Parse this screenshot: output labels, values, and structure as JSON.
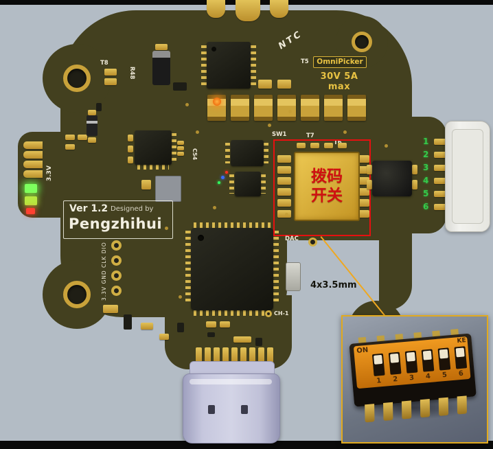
{
  "board": {
    "labels": {
      "t8": "T8",
      "r48": "R48",
      "ntc": "NTC",
      "t5": "T5",
      "sw1": "SW1",
      "t7": "T7",
      "t6": "T6",
      "c54": "C54",
      "v33": "3.3V",
      "swd_pins_vertical": "3.3V GND CLK DIO",
      "dac": "DAC",
      "ch1": "CH-1"
    },
    "badge": {
      "brand": "OmniPicker",
      "rating": "30V 5A max"
    },
    "version_box": {
      "version": "Ver 1.2",
      "designed_by": "Designed by",
      "designer": "Pengzhihui"
    },
    "connector": {
      "pin_numbers": [
        "1",
        "2",
        "3",
        "4",
        "5",
        "6"
      ]
    }
  },
  "annotations": {
    "dip_label_line1": "拨码",
    "dip_label_line2": "开关",
    "hole_note": "4x3.5mm"
  },
  "inset": {
    "on_label": "ON",
    "ke_label": "KE",
    "digits": [
      "1",
      "2",
      "3",
      "4",
      "5",
      "6"
    ]
  },
  "colors": {
    "background": "#b3bcc5",
    "pcb": "#43401f",
    "gold": "#c9a23a",
    "highlight_red": "#e61010",
    "dip_yellow": "#e0b53a",
    "dip_text_red": "#d01010",
    "green_pin_text": "#35c94a",
    "badge_gold": "#e8c243",
    "inset_border": "#e2aa1e",
    "usb_shell": "#c0c1d8",
    "callout_line": "#efa820"
  }
}
